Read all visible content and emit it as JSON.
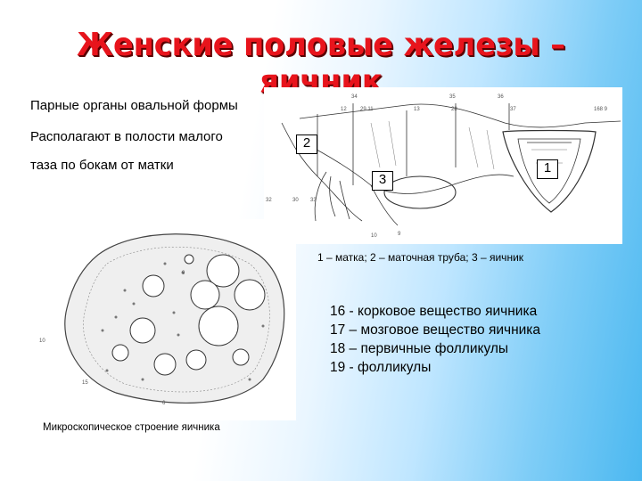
{
  "title": "Женские половые железы – яичник",
  "lead_lines": [
    "Парные органы  овальной формы",
    "Располагают в полости малого",
    "таза по бокам от матки"
  ],
  "anatomy": {
    "label_uterus": "1",
    "label_tube": "2",
    "label_ovary": "3",
    "caption": "1 – матка; 2 – маточная труба; 3 – яичник"
  },
  "legend": [
    "16 - корковое вещество яичника",
    "17 – мозговое вещество яичника",
    "18 – первичные фолликулы",
    "19 - фолликулы"
  ],
  "micro_caption": "Микроскопическое строение яичника",
  "colors": {
    "title": "#e8141c",
    "title_shadow": "#5a0000",
    "bg_right": "#4bb8f0"
  }
}
